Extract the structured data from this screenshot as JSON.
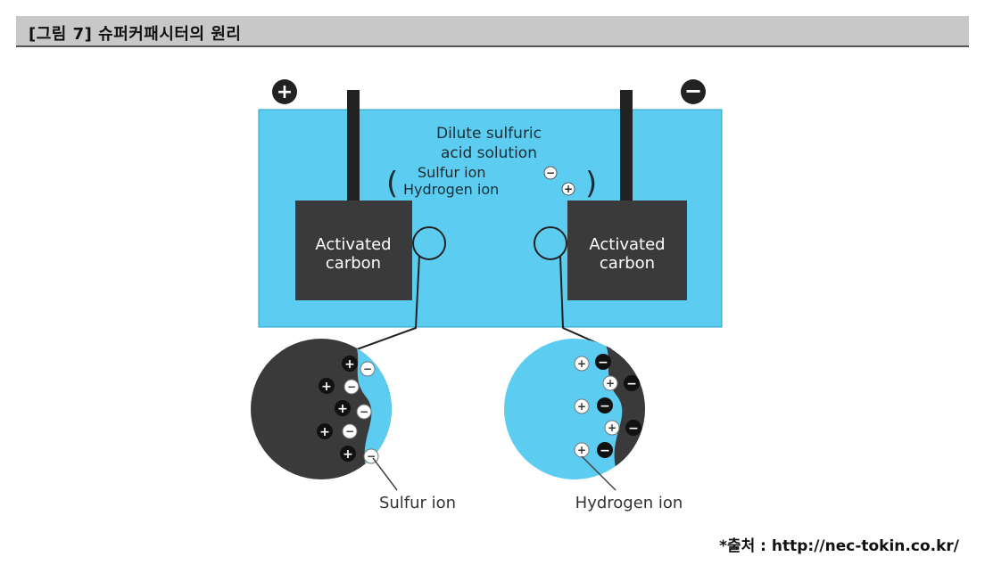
{
  "figure": {
    "title": "[그림 7] 슈퍼커패시터의 원리",
    "source": "*출처 : http://nec-tokin.co.kr/"
  },
  "diagram": {
    "terminal_positive_symbol": "+",
    "terminal_negative_symbol": "−",
    "solution_line1": "Dilute sulfuric",
    "solution_line2": "acid solution",
    "open_paren": "(",
    "close_paren": ")",
    "sulfur_ion_text": "Sulfur ion",
    "hydrogen_ion_text": "Hydrogen ion",
    "electrode_left_line1": "Activated",
    "electrode_left_line2": "carbon",
    "electrode_right_line1": "Activated",
    "electrode_right_line2": "carbon",
    "label_left_zoom": "Sulfur ion",
    "label_right_zoom": "Hydrogen ion",
    "plus": "+",
    "minus": "−"
  },
  "colors": {
    "solution": "#5ccdf0",
    "carbon": "#3a3a3a",
    "header_bg": "#c8c8c8"
  }
}
